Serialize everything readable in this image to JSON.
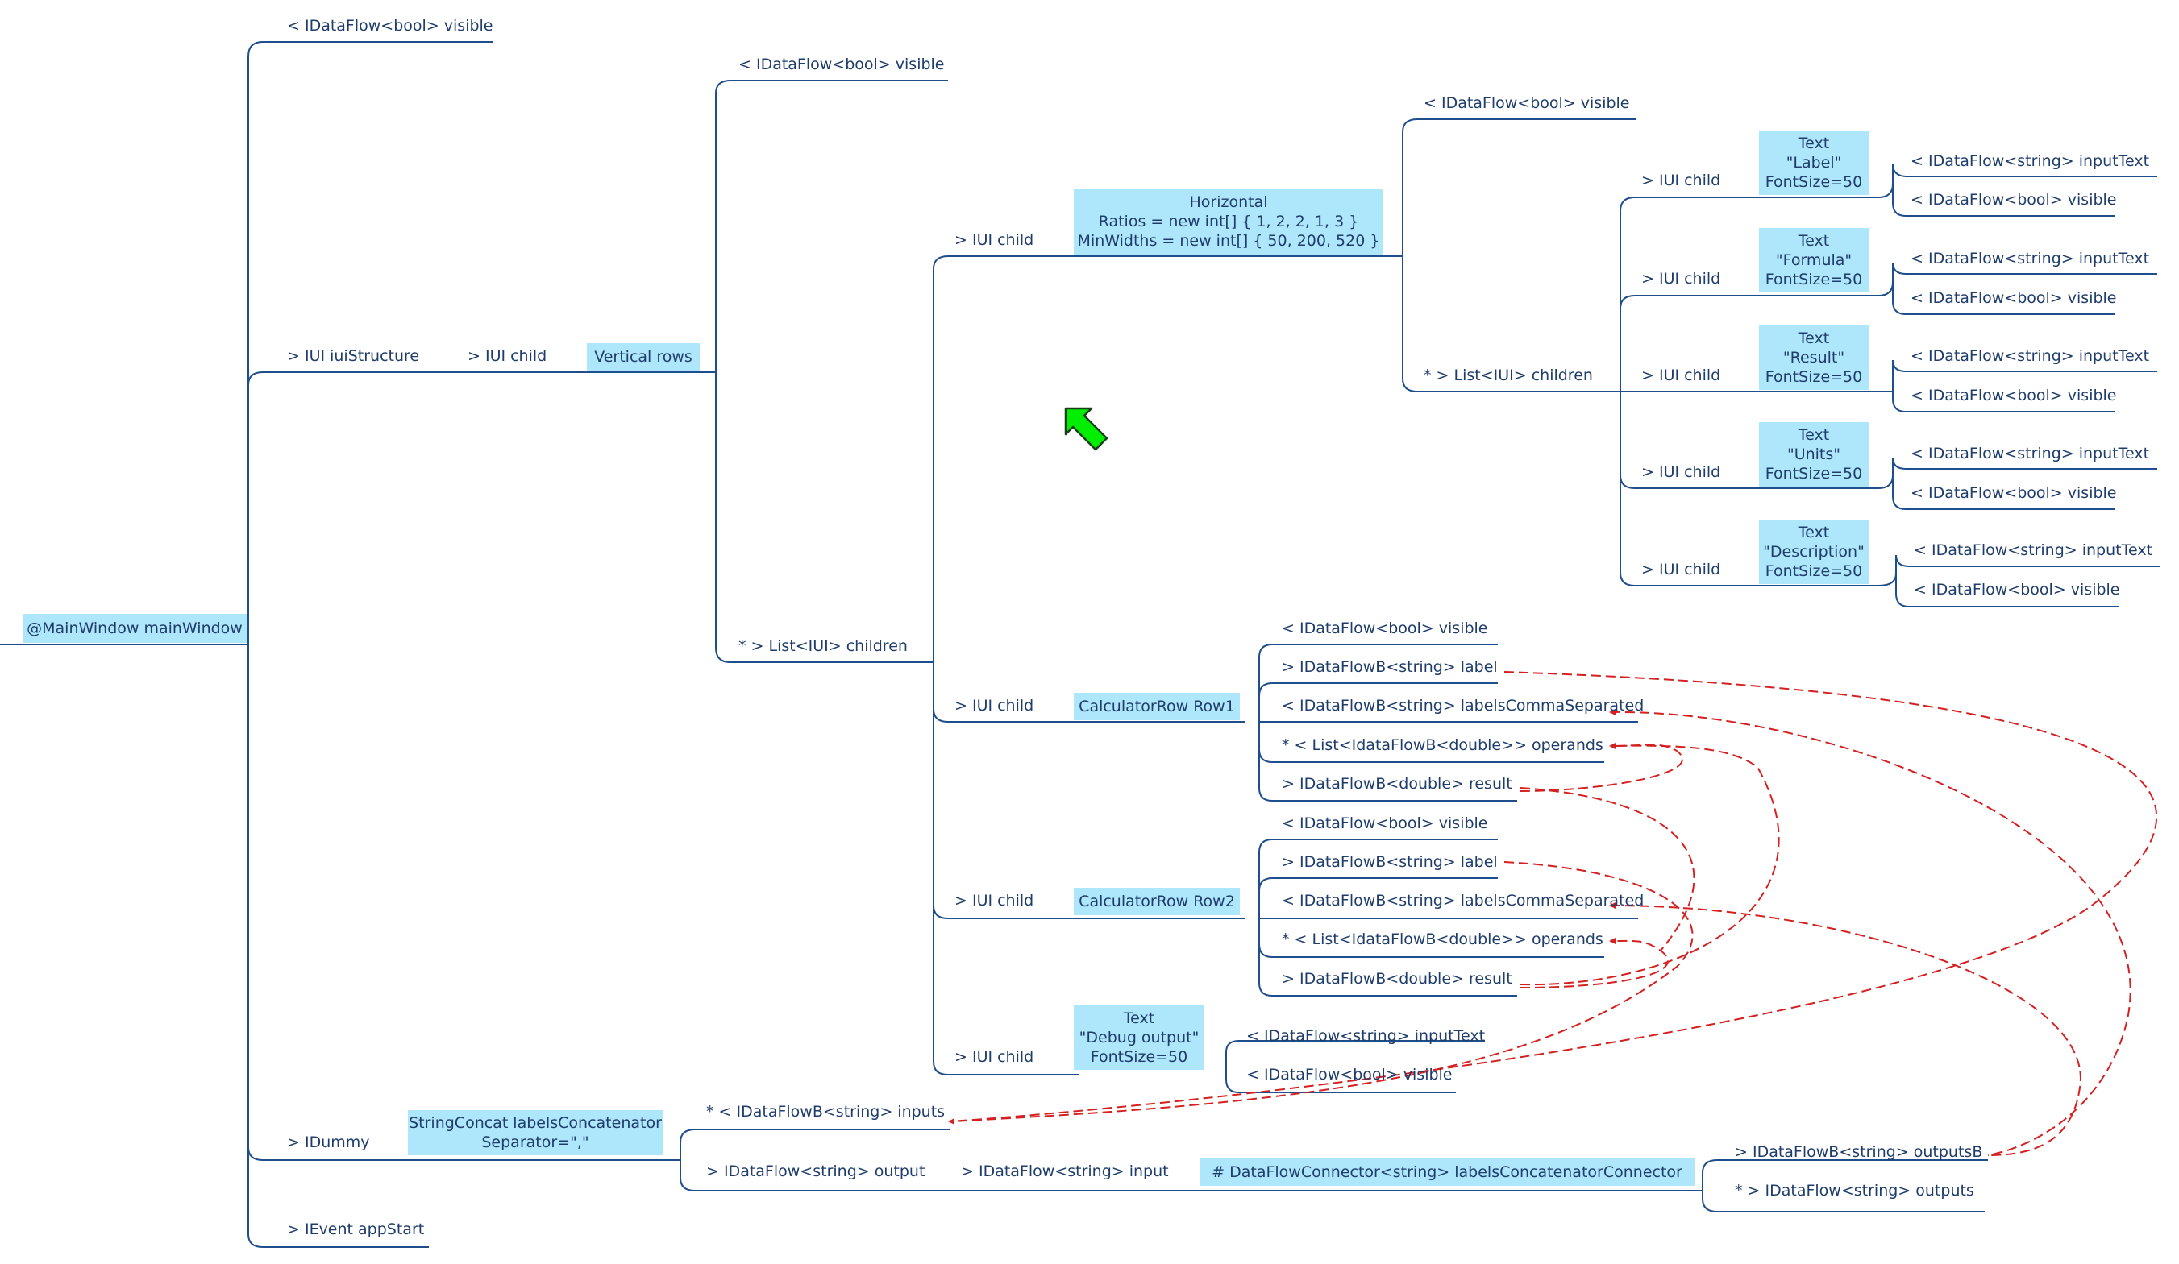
{
  "diagram": {
    "root": "@MainWindow mainWindow",
    "main_visible": "< IDataFlow<bool> visible",
    "iui_structure": "> IUI iuiStructure",
    "iui_child": "> IUI child",
    "vertical_rows": "Vertical rows",
    "vertical_visible": "< IDataFlow<bool> visible",
    "children_list": "* > List<IUI> children",
    "horizontal": {
      "title": "Horizontal",
      "ratios": "Ratios = new int[] { 1, 2, 2, 1, 3 }",
      "min_widths": "MinWidths = new int[] { 50, 200, 520 }"
    },
    "horizontal_child": "> IUI child",
    "horizontal_visible": "< IDataFlow<bool> visible",
    "horizontal_children": "* > List<IUI> children",
    "text_nodes": [
      {
        "child": "> IUI child",
        "l1": "Text",
        "l2": "\"Label\"",
        "l3": "FontSize=50",
        "input": "< IDataFlow<string> inputText",
        "visible": "< IDataFlow<bool> visible"
      },
      {
        "child": "> IUI child",
        "l1": "Text",
        "l2": "\"Formula\"",
        "l3": "FontSize=50",
        "input": "< IDataFlow<string> inputText",
        "visible": "< IDataFlow<bool> visible"
      },
      {
        "child": "> IUI child",
        "l1": "Text",
        "l2": "\"Result\"",
        "l3": "FontSize=50",
        "input": "< IDataFlow<string> inputText",
        "visible": "< IDataFlow<bool> visible"
      },
      {
        "child": "> IUI child",
        "l1": "Text",
        "l2": "\"Units\"",
        "l3": "FontSize=50",
        "input": "< IDataFlow<string> inputText",
        "visible": "< IDataFlow<bool> visible"
      },
      {
        "child": "> IUI child",
        "l1": "Text",
        "l2": "\"Description\"",
        "l3": "FontSize=50",
        "input": "< IDataFlow<string> inputText",
        "visible": "< IDataFlow<bool> visible"
      }
    ],
    "row1": {
      "child": "> IUI child",
      "name": "CalculatorRow Row1",
      "ports": [
        "< IDataFlow<bool> visible",
        "> IDataFlowB<string> label",
        "< IDataFlowB<string> labelsCommaSeparated",
        "* < List<IdataFlowB<double>> operands",
        "> IDataFlowB<double> result"
      ]
    },
    "row2": {
      "child": "> IUI child",
      "name": "CalculatorRow Row2",
      "ports": [
        "< IDataFlow<bool> visible",
        "> IDataFlowB<string> label",
        "< IDataFlowB<string> labelsCommaSeparated",
        "* < List<IdataFlowB<double>> operands",
        "> IDataFlowB<double> result"
      ]
    },
    "debug": {
      "child": "> IUI child",
      "l1": "Text",
      "l2": "\"Debug output\"",
      "l3": "FontSize=50",
      "input": "< IDataFlow<string> inputText",
      "visible": "< IDataFlow<bool> visible"
    },
    "idummy": "> IDummy",
    "concat": {
      "l1": "StringConcat labelsConcatenator",
      "l2": "Separator=\",\""
    },
    "concat_inputs": "* < IDataFlowB<string> inputs",
    "concat_output": "> IDataFlow<string> output",
    "connector_input": "> IDataFlow<string> input",
    "connector": "# DataFlowConnector<string> labelsConcatenatorConnector",
    "connector_outputsB": "> IDataFlowB<string> outputsB",
    "connector_outputs": "* > IDataFlow<string> outputs",
    "app_start": "> IEvent appStart"
  },
  "colors": {
    "line": "#1f4e8c",
    "box": "#aee6fb",
    "wire": "#d42020",
    "cursor": "#00ee00",
    "text": "#1f3d6b"
  }
}
